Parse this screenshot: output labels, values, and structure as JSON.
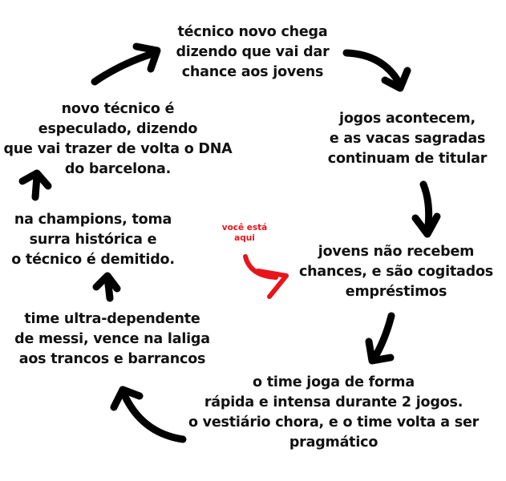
{
  "colors": {
    "text": "#111111",
    "arrow": "#000000",
    "marker": "#e8141a"
  },
  "cycle": {
    "steps": [
      {
        "lines": [
          "técnico novo chega",
          "dizendo que vai dar",
          "chance aos jovens"
        ]
      },
      {
        "lines": [
          "jogos acontecem,",
          "e as vacas sagradas",
          "continuam de titular"
        ]
      },
      {
        "lines": [
          "jovens não recebem",
          "chances, e são cogitados",
          "empréstimos"
        ]
      },
      {
        "lines": [
          "o time joga de forma",
          "rápida e intensa durante 2 jogos.",
          "o vestiário chora, e o time volta a ser",
          "pragmático"
        ]
      },
      {
        "lines": [
          "time ultra-dependente",
          "de messi, vence na laliga",
          "aos trancos e barrancos"
        ]
      },
      {
        "lines": [
          "na champions, toma",
          "surra histórica e",
          "o técnico é demitido."
        ]
      },
      {
        "lines": [
          "novo técnico é",
          "especulado, dizendo",
          "que vai trazer de volta o DNA",
          "do barcelona."
        ]
      }
    ]
  },
  "marker": {
    "lines": [
      "você está",
      "aqui"
    ]
  }
}
